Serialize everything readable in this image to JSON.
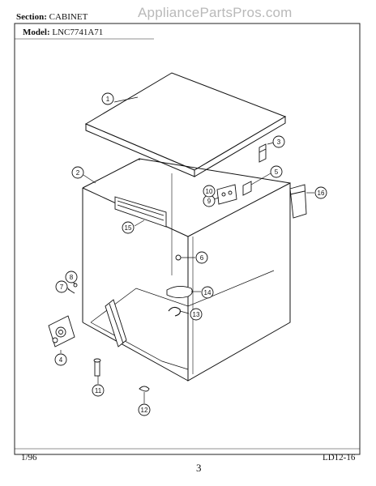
{
  "header": {
    "section_label": "Section:",
    "section_value": "CABINET",
    "model_label": "Model:",
    "model_value": "LNC7741A71",
    "watermark": "AppliancePartsPros.com"
  },
  "footer": {
    "date": "1/96",
    "code": "LD12-16",
    "page_mark": "3"
  },
  "callouts": [
    {
      "id": "c1",
      "num": "1"
    },
    {
      "id": "c2",
      "num": "2"
    },
    {
      "id": "c3",
      "num": "3"
    },
    {
      "id": "c4",
      "num": "4"
    },
    {
      "id": "c5",
      "num": "5"
    },
    {
      "id": "c6",
      "num": "6"
    },
    {
      "id": "c7",
      "num": "7"
    },
    {
      "id": "c8",
      "num": "8"
    },
    {
      "id": "c9",
      "num": "9"
    },
    {
      "id": "c10",
      "num": "10"
    },
    {
      "id": "c11",
      "num": "11"
    },
    {
      "id": "c12",
      "num": "12"
    },
    {
      "id": "c13",
      "num": "13"
    },
    {
      "id": "c14",
      "num": "14"
    },
    {
      "id": "c15",
      "num": "15"
    },
    {
      "id": "c16",
      "num": "16"
    }
  ]
}
